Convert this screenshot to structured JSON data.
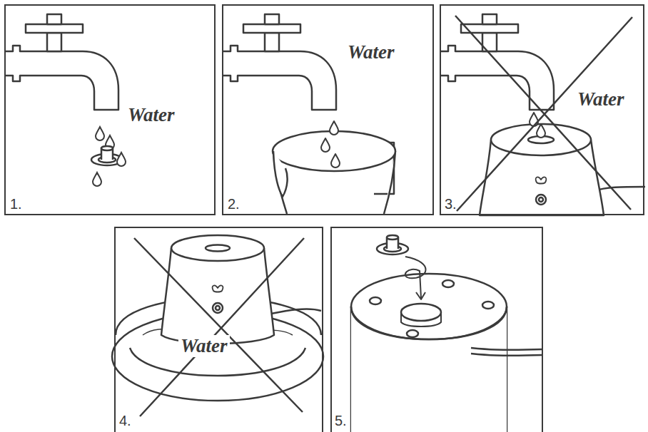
{
  "diagram": {
    "nodes": [
      {
        "text": [
          "Water",
          "1."
        ]
      },
      {
        "text": [
          "Water",
          "2."
        ]
      },
      {
        "text": [
          "Water",
          "3."
        ]
      },
      {
        "text": [
          "Water",
          "4."
        ]
      },
      {
        "text": [
          "5."
        ]
      }
    ]
  }
}
